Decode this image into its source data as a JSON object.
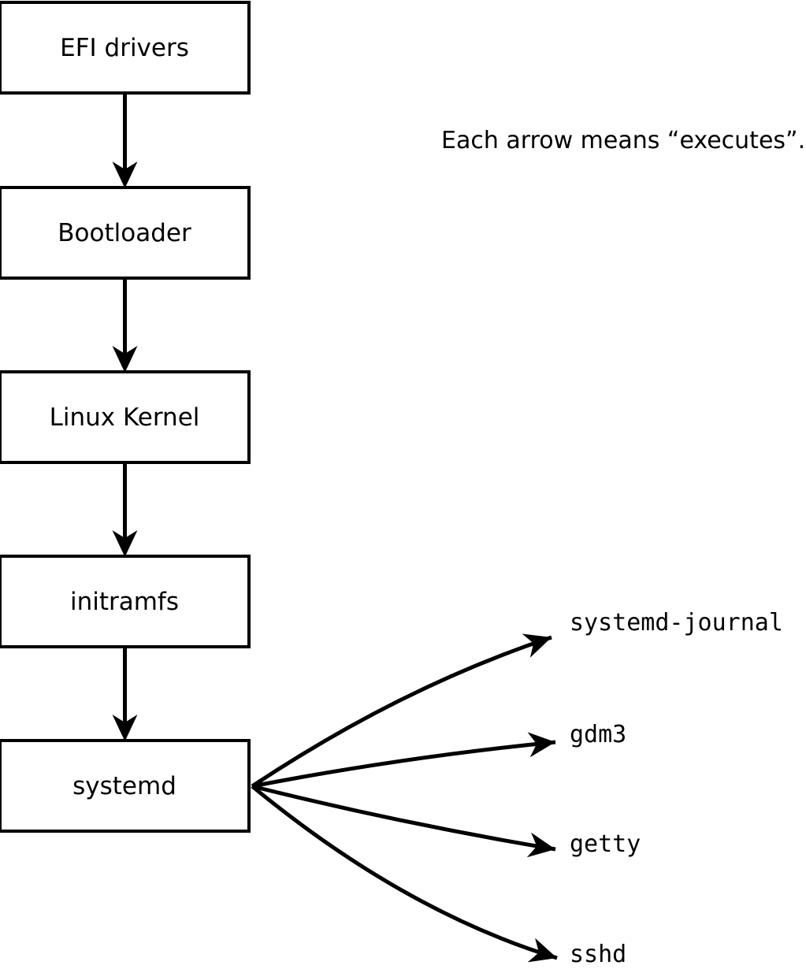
{
  "diagram": {
    "note": "Each arrow means “executes”.",
    "chain": [
      {
        "label": "EFI drivers"
      },
      {
        "label": "Bootloader"
      },
      {
        "label": "Linux Kernel"
      },
      {
        "label": "initramfs"
      },
      {
        "label": "systemd"
      }
    ],
    "targets": [
      {
        "label": "systemd-journal"
      },
      {
        "label": "gdm3"
      },
      {
        "label": "getty"
      },
      {
        "label": "sshd"
      }
    ],
    "edges": [
      {
        "from": "EFI drivers",
        "to": "Bootloader"
      },
      {
        "from": "Bootloader",
        "to": "Linux Kernel"
      },
      {
        "from": "Linux Kernel",
        "to": "initramfs"
      },
      {
        "from": "initramfs",
        "to": "systemd"
      },
      {
        "from": "systemd",
        "to": "systemd-journal"
      },
      {
        "from": "systemd",
        "to": "gdm3"
      },
      {
        "from": "systemd",
        "to": "getty"
      },
      {
        "from": "systemd",
        "to": "sshd"
      }
    ],
    "colors": {
      "stroke": "#000000",
      "box_fill": "#ffffff",
      "background": "#ffffff"
    }
  }
}
